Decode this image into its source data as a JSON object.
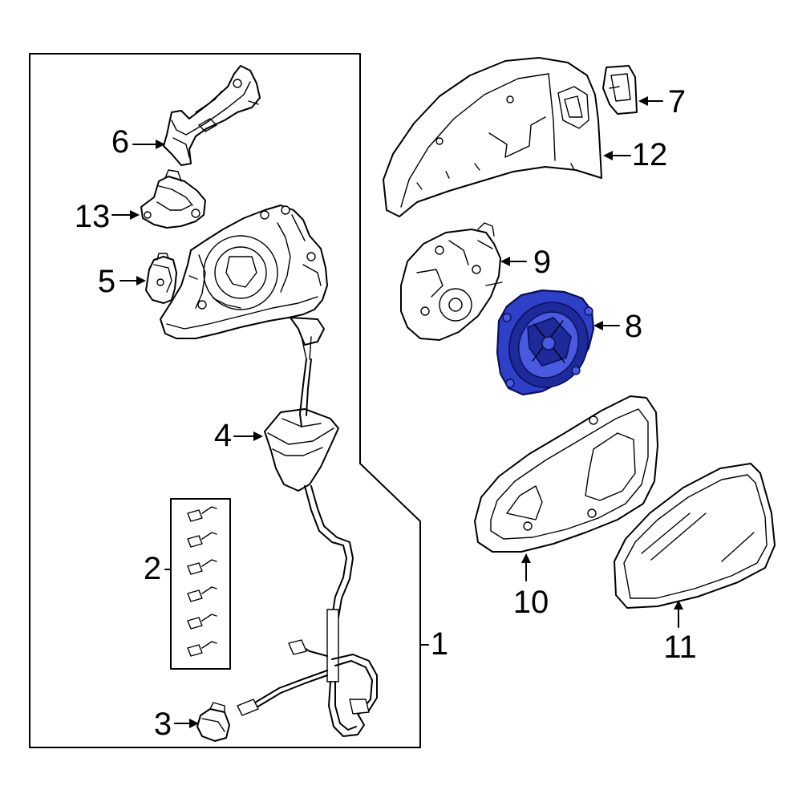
{
  "callouts": {
    "c1": "1",
    "c2": "2",
    "c3": "3",
    "c4": "4",
    "c5": "5",
    "c6": "6",
    "c7": "7",
    "c8": "8",
    "c9": "9",
    "c10": "10",
    "c11": "11",
    "c12": "12",
    "c13": "13"
  },
  "highlighted_part": "8",
  "colors": {
    "highlight": "#2e3fc8",
    "line": "#000000",
    "background": "#ffffff"
  }
}
